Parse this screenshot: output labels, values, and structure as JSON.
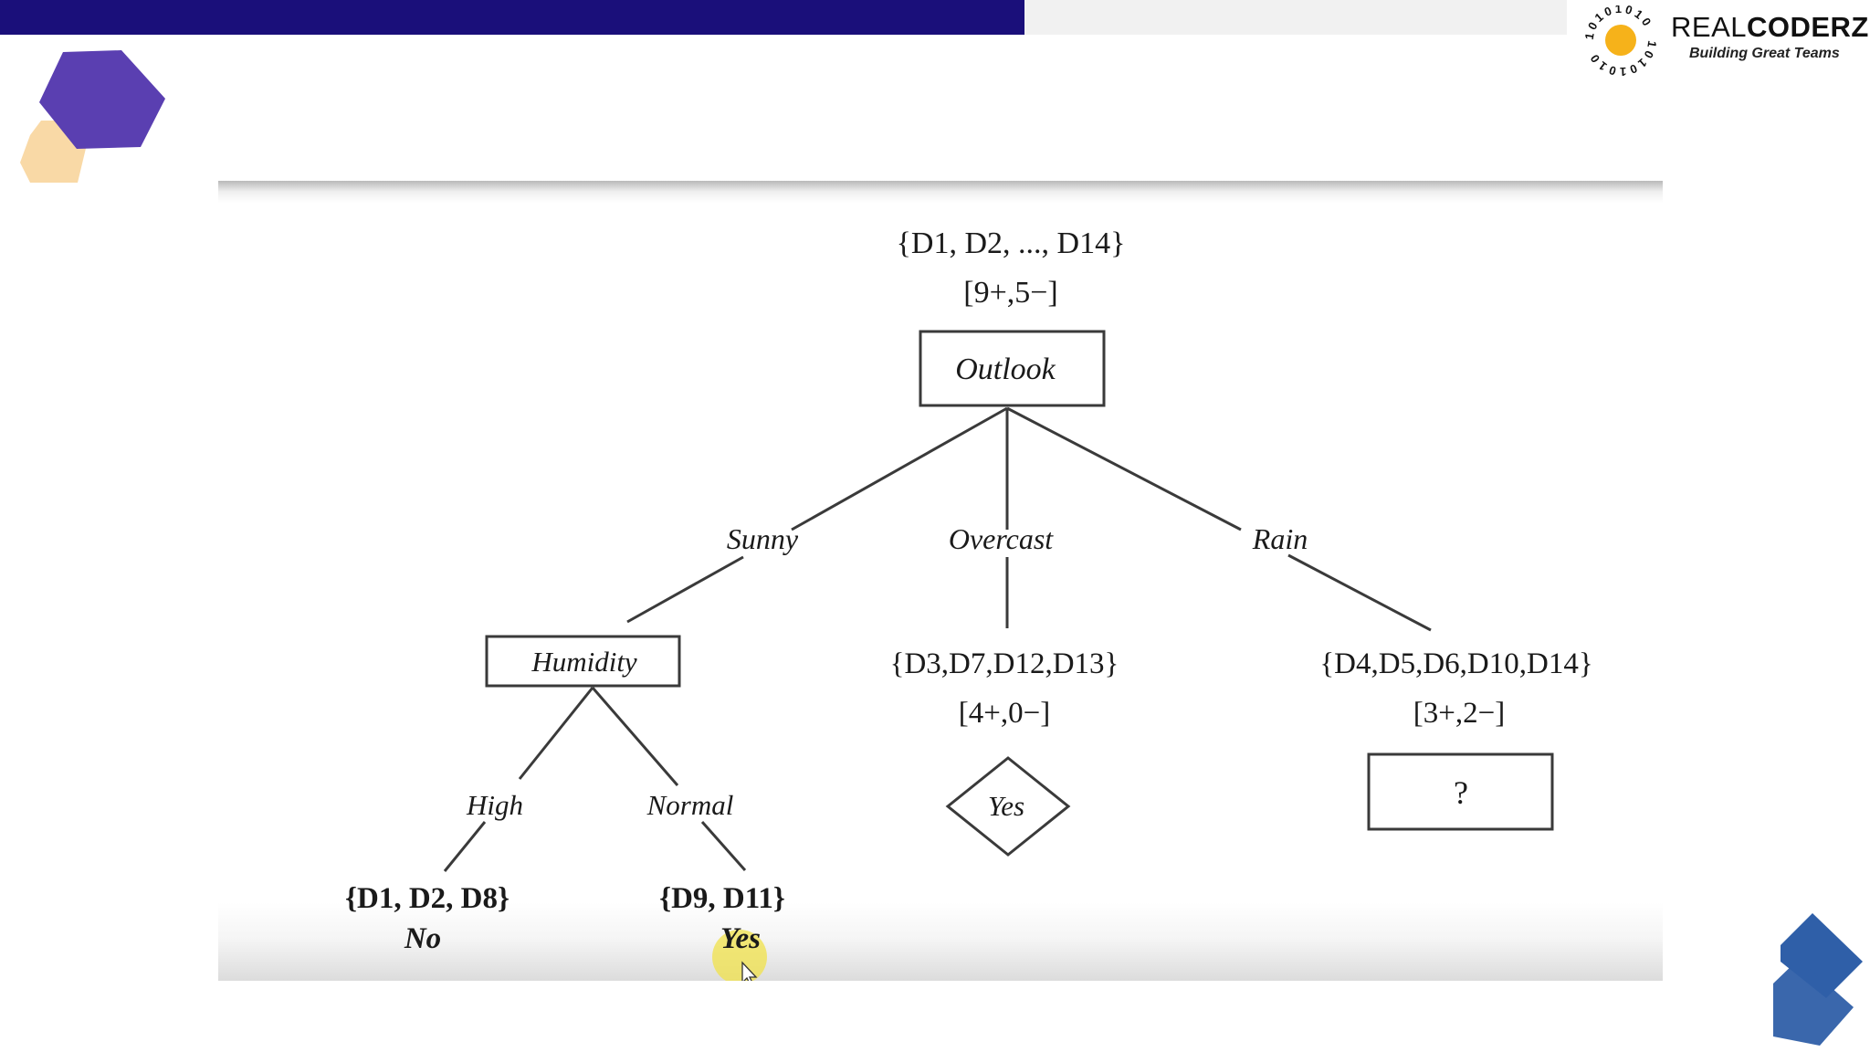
{
  "logo": {
    "brand_light": "REAL",
    "brand_bold": "CODERZ",
    "tagline": "Building Great Teams",
    "ring_text": "10101010"
  },
  "colors": {
    "navy": "#1a0f7a",
    "hex_purple": "#5a3fb1",
    "hex_peach": "#f9d9a6",
    "corner_blue": "#2f5fa8",
    "cursor_highlight": "#f0e14a"
  },
  "tree": {
    "root": {
      "set": "{D1, D2, ..., D14}",
      "counts": "[9+,5−]",
      "attribute": "Outlook"
    },
    "branches": {
      "sunny": "Sunny",
      "overcast": "Overcast",
      "rain": "Rain",
      "high": "High",
      "normal": "Normal"
    },
    "humidity": {
      "attribute": "Humidity"
    },
    "overcast_node": {
      "set": "{D3,D7,D12,D13}",
      "counts": "[4+,0−]",
      "leaf": "Yes"
    },
    "rain_node": {
      "set": "{D4,D5,D6,D10,D14}",
      "counts": "[3+,2−]",
      "unknown": "?"
    },
    "high_leaf": {
      "set": "{D1, D2, D8}",
      "label": "No"
    },
    "normal_leaf": {
      "set": "{D9, D11}",
      "label": "Yes"
    }
  }
}
